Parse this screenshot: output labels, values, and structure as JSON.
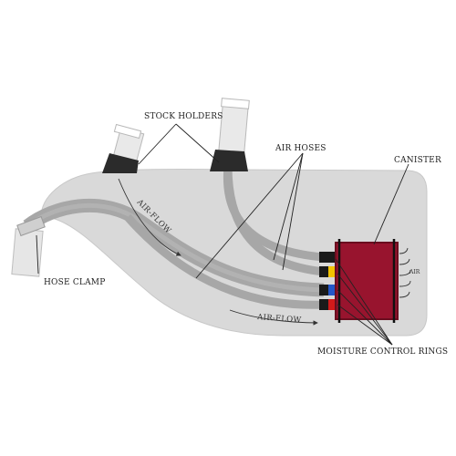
{
  "labels": {
    "stock_holders": "STOCK HOLDERS",
    "air_hoses": "AIR HOSES",
    "canister": "CANISTER",
    "hose_clamp": "HOSE CLAMP",
    "moisture_control_rings": "MOISTURE CONTROL RINGS",
    "airflow_top": "AIR-FLOW",
    "airflow_bottom": "AIR-FLOW",
    "air": "AIR"
  },
  "colors": {
    "body": "#d9d9d9",
    "body_outline": "#c8c8c8",
    "hose": "#a7a7a7",
    "hose_light": "#c4c4c4",
    "holder": "#2b2b2b",
    "canister": "#98142e",
    "canister_dark": "#6a0d1f",
    "ring_yellow": "#f2c200",
    "ring_blue": "#2456c8",
    "ring_red": "#d11a1a",
    "ring_black": "#1a1a1a"
  }
}
